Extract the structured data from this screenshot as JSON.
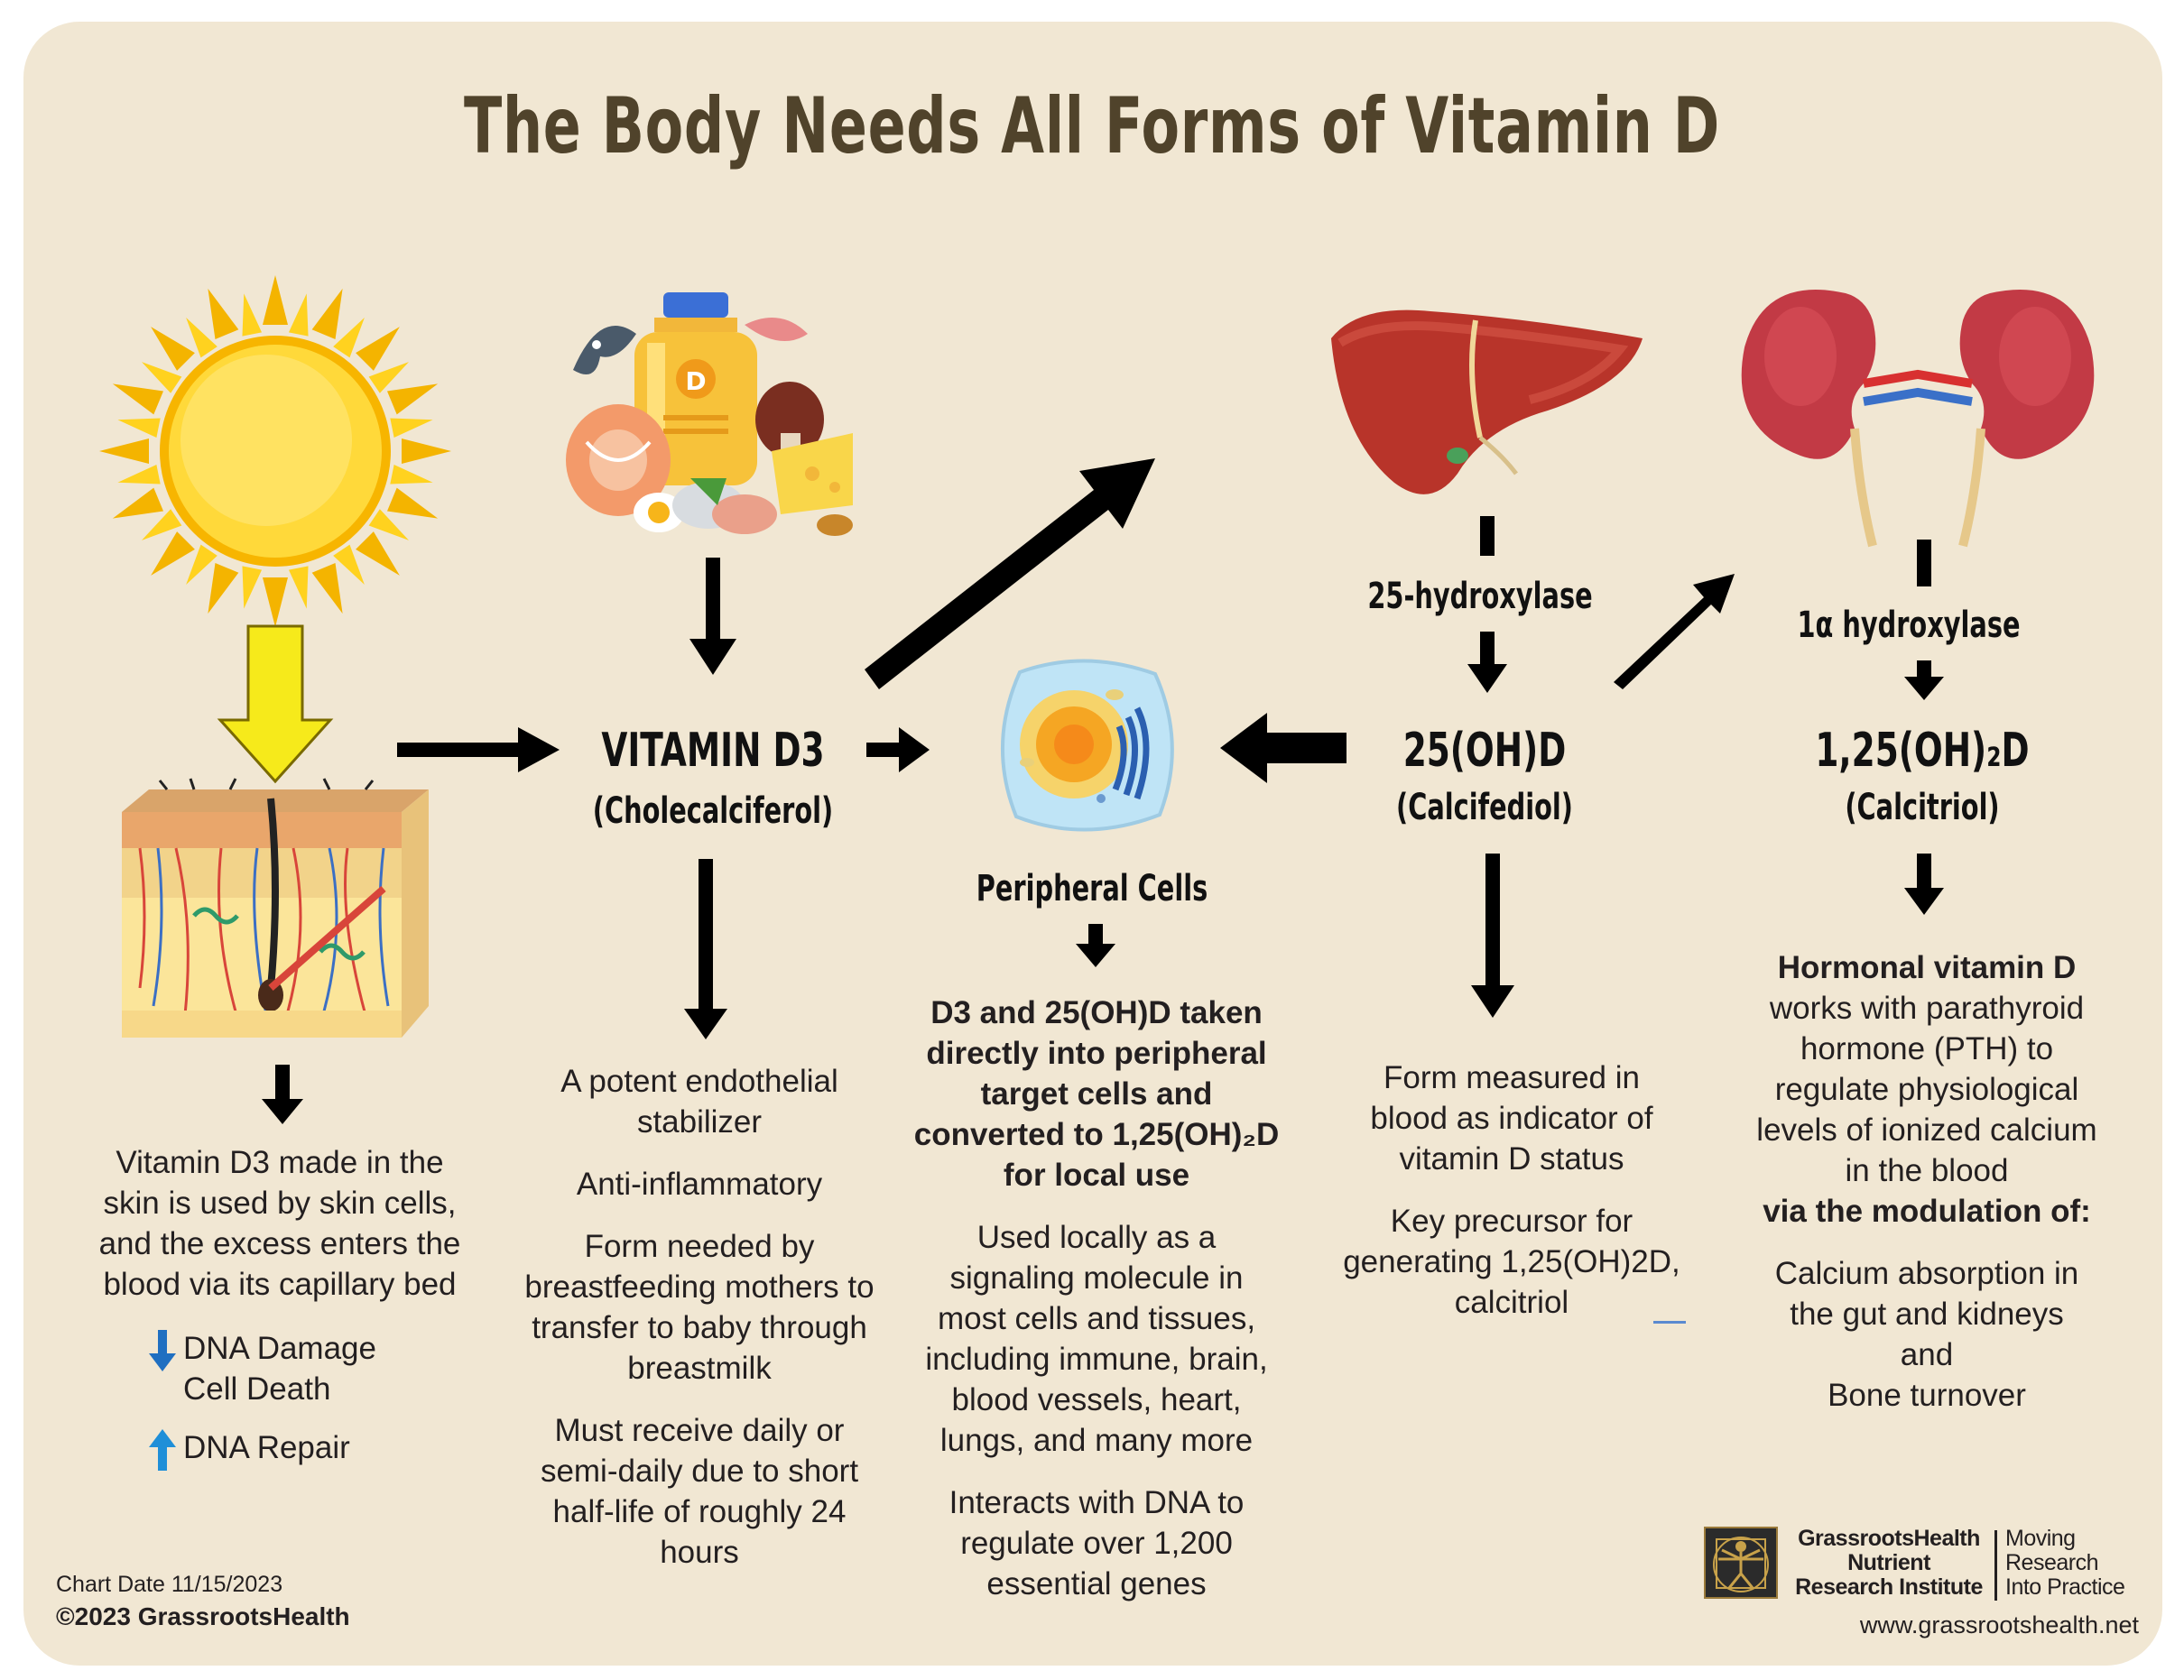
{
  "title": "The Body Needs All Forms of Vitamin D",
  "nodes": {
    "vitamin_d3": {
      "name": "VITAMIN D3",
      "alt": "(Cholecalciferol)"
    },
    "peripheral": {
      "name": "Peripheral Cells"
    },
    "calcifediol": {
      "name": "25(OH)D",
      "alt": "(Calcifediol)"
    },
    "calcitriol": {
      "name": "1,25(OH)₂D",
      "alt": "(Calcitriol)"
    }
  },
  "enzymes": {
    "liver": "25-hydroxylase",
    "kidney": "1α hydroxylase"
  },
  "skin": {
    "desc": [
      "Vitamin D3 made in the",
      "skin is used by skin cells,",
      "and the excess enters the",
      "blood via its capillary bed"
    ],
    "down_lines": [
      "DNA Damage",
      "Cell Death"
    ],
    "up_lines": [
      "DNA Repair"
    ]
  },
  "d3": {
    "p1": [
      "A potent endothelial",
      "stabilizer"
    ],
    "p2": [
      "Anti-inflammatory"
    ],
    "p3": [
      "Form needed by",
      "breastfeeding mothers to",
      "transfer to baby through",
      "breastmilk"
    ],
    "p4": [
      "Must receive daily or",
      "semi-daily due to short",
      "half-life of roughly 24",
      "hours"
    ]
  },
  "peripheral_text": {
    "bold": [
      "D3 and 25(OH)D taken",
      "directly into peripheral",
      "target cells and",
      "converted to 1,25(OH)₂D",
      "for local use"
    ],
    "p2": [
      "Used locally as a",
      "signaling molecule in",
      "most cells and tissues,",
      "including immune, brain,",
      "blood vessels, heart,",
      "lungs, and many more"
    ],
    "p3": [
      "Interacts with DNA to",
      "regulate over 1,200",
      "essential genes"
    ]
  },
  "calcifediol_text": {
    "p1": [
      "Form measured in",
      "blood as indicator of",
      "vitamin D status"
    ],
    "p2": [
      "Key precursor for",
      "generating 1,25(OH)2D,",
      "calcitriol"
    ]
  },
  "calcitriol_text": {
    "bold1": "Hormonal vitamin D",
    "p1": [
      "works with parathyroid",
      "hormone (PTH) to",
      "regulate physiological",
      "levels of ionized calcium",
      "in the blood"
    ],
    "bold2": "via the modulation of:",
    "p2": [
      "Calcium absorption in",
      "the gut and kidneys",
      "and",
      "Bone turnover"
    ]
  },
  "footer": {
    "chart_date": "Chart Date 11/15/2023",
    "copyright": "©2023 GrassrootsHealth",
    "org_lines": [
      "GrassrootsHealth",
      "Nutrient",
      "Research Institute"
    ],
    "tagline": [
      "Moving",
      "Research",
      "Into Practice"
    ],
    "url": "www.grassrootshealth.net"
  },
  "colors": {
    "background": "#f1e7d3",
    "title": "#50432b",
    "arrow": "#000000",
    "sun_arrow": "#f6ea1b",
    "down_arrow_blue": "#1f6fc1",
    "up_arrow_blue": "#1f8fd8"
  }
}
